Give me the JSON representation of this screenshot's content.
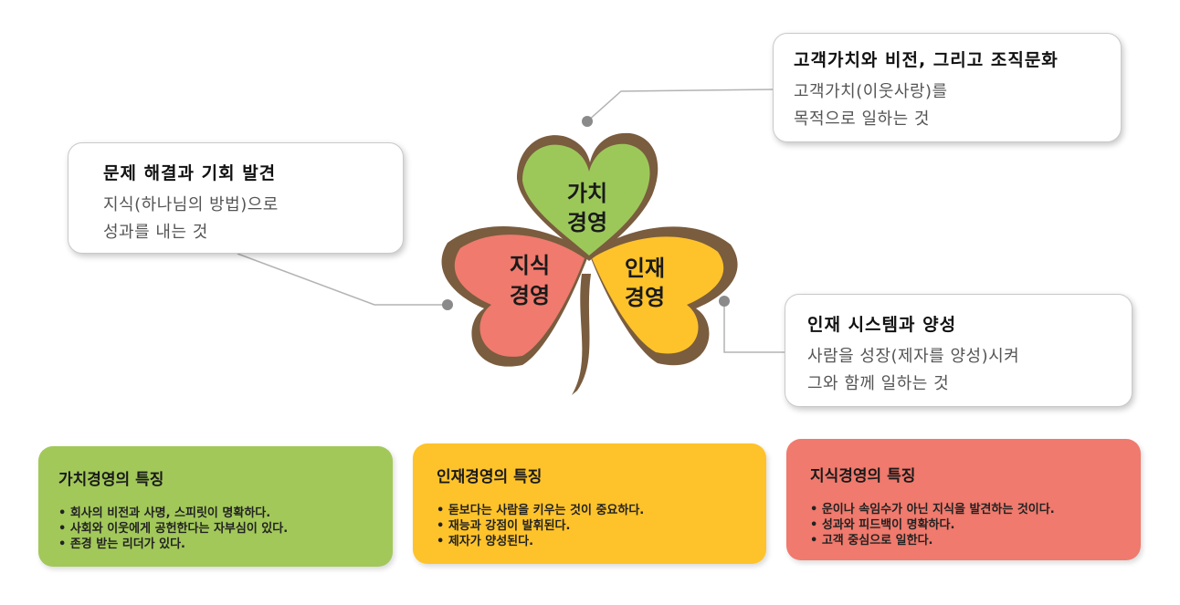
{
  "clover": {
    "value_line1": "가치",
    "value_line2": "경영",
    "knowledge_line1": "지식",
    "knowledge_line2": "경영",
    "talent_line1": "인재",
    "talent_line2": "경영",
    "colors": {
      "value": "#9cc85a",
      "knowledge": "#ef7a6d",
      "talent": "#fec32b",
      "outline": "#7a5c3e"
    }
  },
  "callouts": {
    "value": {
      "title": "고객가치와 비전, 그리고 조직문화",
      "desc_line1": "고객가치(이웃사랑)를",
      "desc_line2": "목적으로 일하는 것"
    },
    "knowledge": {
      "title": "문제 해결과 기회 발견",
      "desc_line1": "지식(하나님의 방법)으로",
      "desc_line2": "성과를 내는 것"
    },
    "talent": {
      "title": "인재 시스템과 양성",
      "desc_line1": "사람을 성장(제자를 양성)시켜",
      "desc_line2": "그와 함께 일하는 것"
    }
  },
  "cards": {
    "value": {
      "title": "가치경영의 특징",
      "items": [
        "회사의 비전과 사명, 스피릿이 명확하다.",
        "사회와 이웃에게 공헌한다는 자부심이 있다.",
        "존경 받는 리더가 있다."
      ],
      "color": "#a2c85a"
    },
    "talent": {
      "title": "인재경영의 특징",
      "items": [
        "돋보다는 사람을 키우는 것이 중요하다.",
        "재능과 강점이 발휘된다.",
        "제자가 양성된다."
      ],
      "color": "#fec32b"
    },
    "knowledge": {
      "title": "지식경영의 특징",
      "items": [
        "운이나 속임수가 아닌 지식을 발견하는 것이다.",
        "성과와 피드백이 명확하다.",
        "고객 중심으로 일한다."
      ],
      "color": "#ef7a6d"
    }
  }
}
